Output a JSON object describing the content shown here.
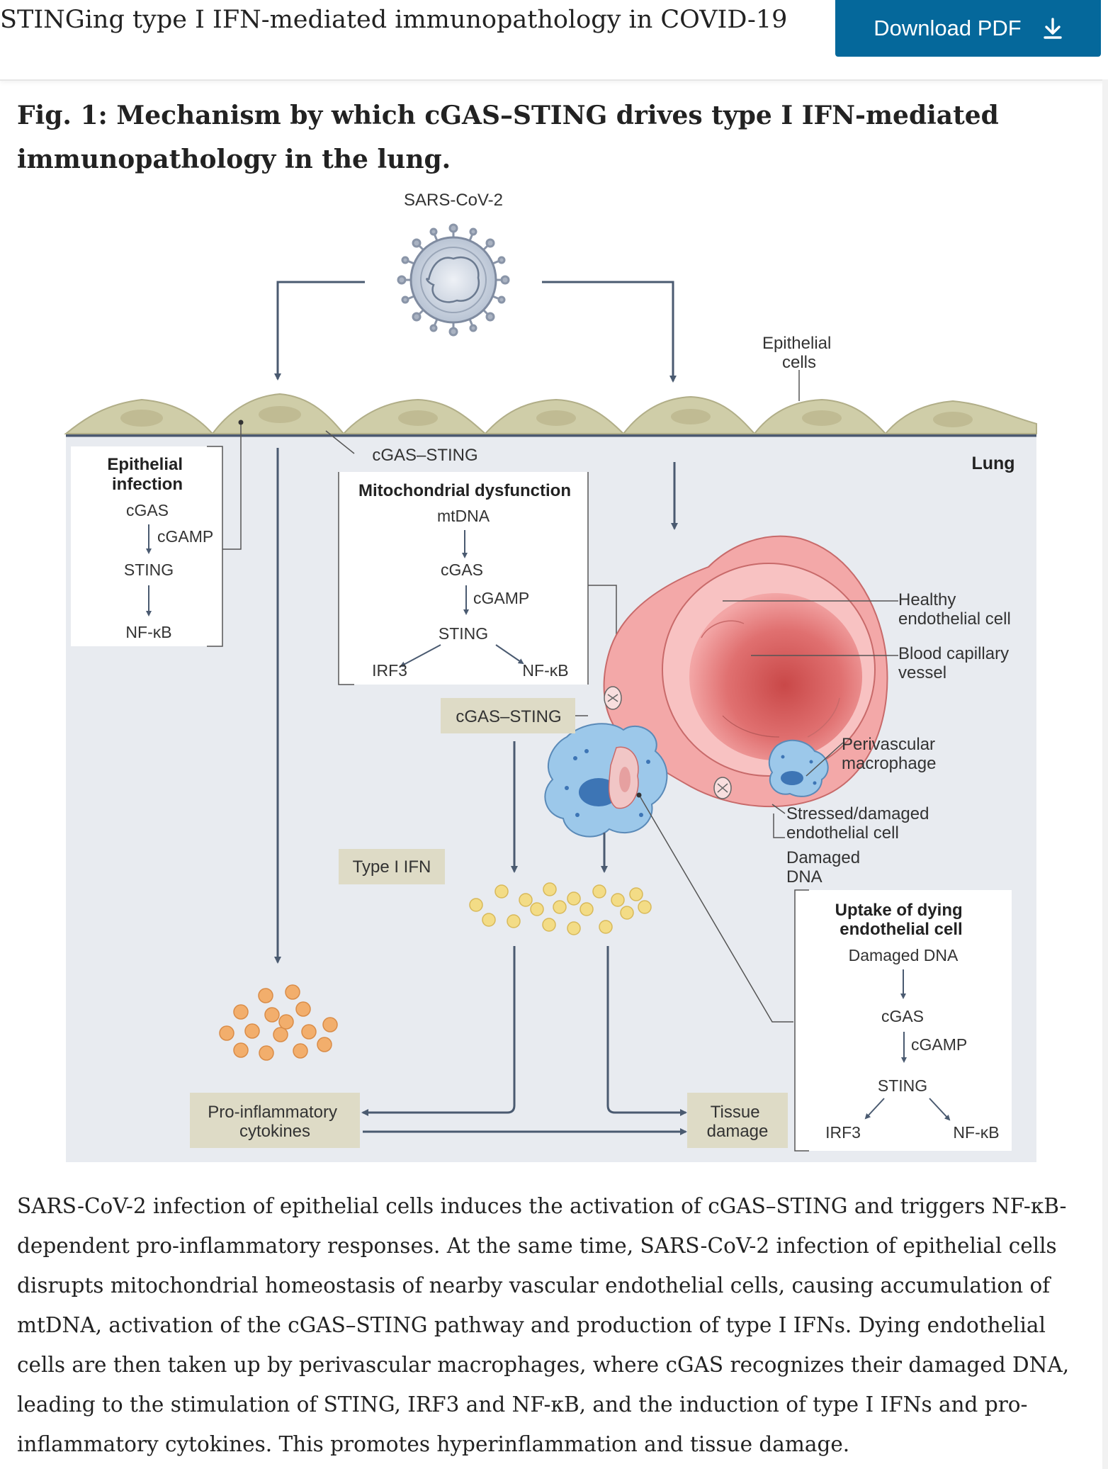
{
  "header": {
    "title": "STINGing type I IFN-mediated immunopathology in COVID-19",
    "download_label": "Download PDF",
    "download_icon": "download-arrow-icon"
  },
  "figure": {
    "title": "Fig. 1: Mechanism by which cGAS–STING drives type I IFN-mediated immunopathology in the lung.",
    "labels": {
      "sars": "SARS-CoV-2",
      "epithelial_cells": [
        "Epithelial",
        "cells"
      ],
      "lung": "Lung",
      "cgas_sting_top": "cGAS–STING",
      "cgas_sting_mid": "cGAS–STING",
      "healthy_endo": [
        "Healthy",
        "endothelial cell"
      ],
      "blood_capillary": [
        "Blood capillary",
        "vessel"
      ],
      "perivascular": [
        "Perivascular",
        "macrophage"
      ],
      "stressed": [
        "Stressed/damaged",
        "endothelial cell"
      ],
      "damaged_dna": [
        "Damaged",
        "DNA"
      ],
      "type_i_ifn": "Type I IFN",
      "pro_inflammatory": [
        "Pro-inflammatory",
        "cytokines"
      ],
      "tissue_damage": [
        "Tissue",
        "damage"
      ]
    },
    "box_epithelial": {
      "title": [
        "Epithelial",
        "infection"
      ],
      "cgas": "cGAS",
      "cgamp": "cGAMP",
      "sting": "STING",
      "nfkb": "NF-κB"
    },
    "box_mito": {
      "title": "Mitochondrial dysfunction",
      "mtdna": "mtDNA",
      "cgas": "cGAS",
      "cgamp": "cGAMP",
      "sting": "STING",
      "irf3": "IRF3",
      "nfkb": "NF-κB"
    },
    "box_uptake": {
      "title": [
        "Uptake of dying",
        "endothelial cell"
      ],
      "damaged_dna": "Damaged DNA",
      "cgas": "cGAS",
      "cgamp": "cGAMP",
      "sting": "STING",
      "irf3": "IRF3",
      "nfkb": "NF-κB"
    },
    "colors": {
      "lung_bg": "#e8ebf0",
      "cell": "#cfcda8",
      "label_box": "#dedbc6",
      "vessel": "#f2a6a6",
      "macrophage": "#9cc8ea",
      "ifn_dot": "#f3dc86",
      "cytokine_dot": "#f2ae6c",
      "arrow": "#4a5a70"
    }
  },
  "caption": "SARS-CoV-2 infection of epithelial cells induces the activation of cGAS–STING and triggers NF-κB-dependent pro-inflammatory responses. At the same time, SARS-CoV-2 infection of epithelial cells disrupts mitochondrial homeostasis of nearby vascular endothelial cells, causing accumulation of mtDNA, activation of the cGAS–STING pathway and production of type I IFNs. Dying endothelial cells are then taken up by perivascular macrophages, where cGAS recognizes their damaged DNA, leading to the stimulation of STING, IRF3 and NF-κB, and the induction of type I IFNs and pro-inflammatory cytokines. This promotes hyperinflammation and tissue damage."
}
